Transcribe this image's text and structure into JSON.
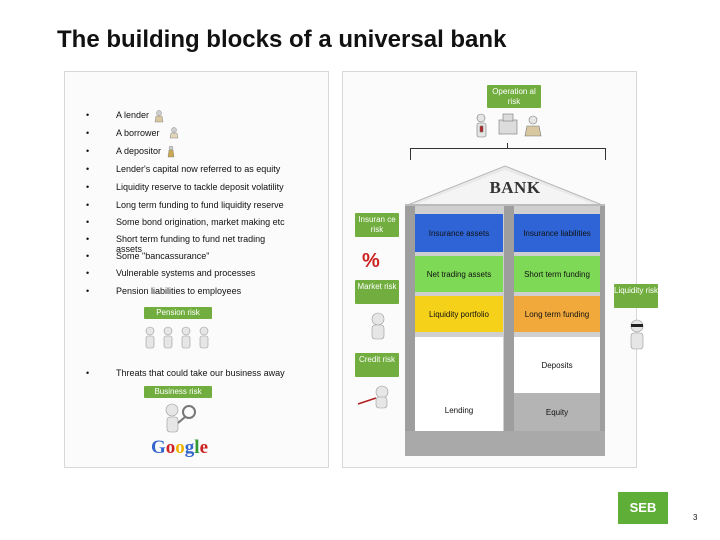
{
  "title": "The building blocks of a universal bank",
  "bullets": [
    {
      "text": "A lender"
    },
    {
      "text": "A borrower"
    },
    {
      "text": "A depositor"
    },
    {
      "text": "Lender's capital now referred to as equity"
    },
    {
      "text": "Liquidity reserve to tackle deposit volatility"
    },
    {
      "text": "Long term funding to fund liquidity reserve"
    },
    {
      "text": "Some bond origination, market making etc"
    },
    {
      "text": "Short term funding to fund net trading assets"
    },
    {
      "text": "Some \"bancassurance\""
    },
    {
      "text": "Vulnerable systems and processes"
    },
    {
      "text": "Pension liabilities to employees"
    },
    {
      "text": "Threats that could take our business away"
    }
  ],
  "bullet_symbol": "•",
  "risk_labels": {
    "operational": "Operation al risk",
    "insurance": "Insuran ce risk",
    "market": "Market risk",
    "credit": "Credit risk",
    "liquidity": "Liquidity risk",
    "pension": "Pension risk",
    "business": "Business risk"
  },
  "bank": {
    "label": "BANK",
    "cells": [
      {
        "text": "Insurance assets"
      },
      {
        "text": "Insurance liabilities"
      },
      {
        "text": "Net trading assets"
      },
      {
        "text": "Short term funding"
      },
      {
        "text": "Liquidity portfolio"
      },
      {
        "text": "Long term funding"
      },
      {
        "text": "Deposits"
      },
      {
        "text": "Lending"
      },
      {
        "text": "Equity"
      }
    ]
  },
  "percent_symbol": "%",
  "google_logo": "Google",
  "google_colors": [
    "#3366cc",
    "#cc2222",
    "#f0b400",
    "#3366cc",
    "#339933",
    "#cc2222"
  ],
  "seb_logo": "SEB",
  "page_number": "3",
  "colors": {
    "accent_green": "#71ad3f",
    "seb_green": "#5fae38",
    "insurance_blue": "#2e64d6",
    "trading_green": "#7ed957",
    "liquidity_yellow": "#f6d11a",
    "funding_orange": "#f2a93c",
    "equity_gray": "#b4b4b4"
  }
}
